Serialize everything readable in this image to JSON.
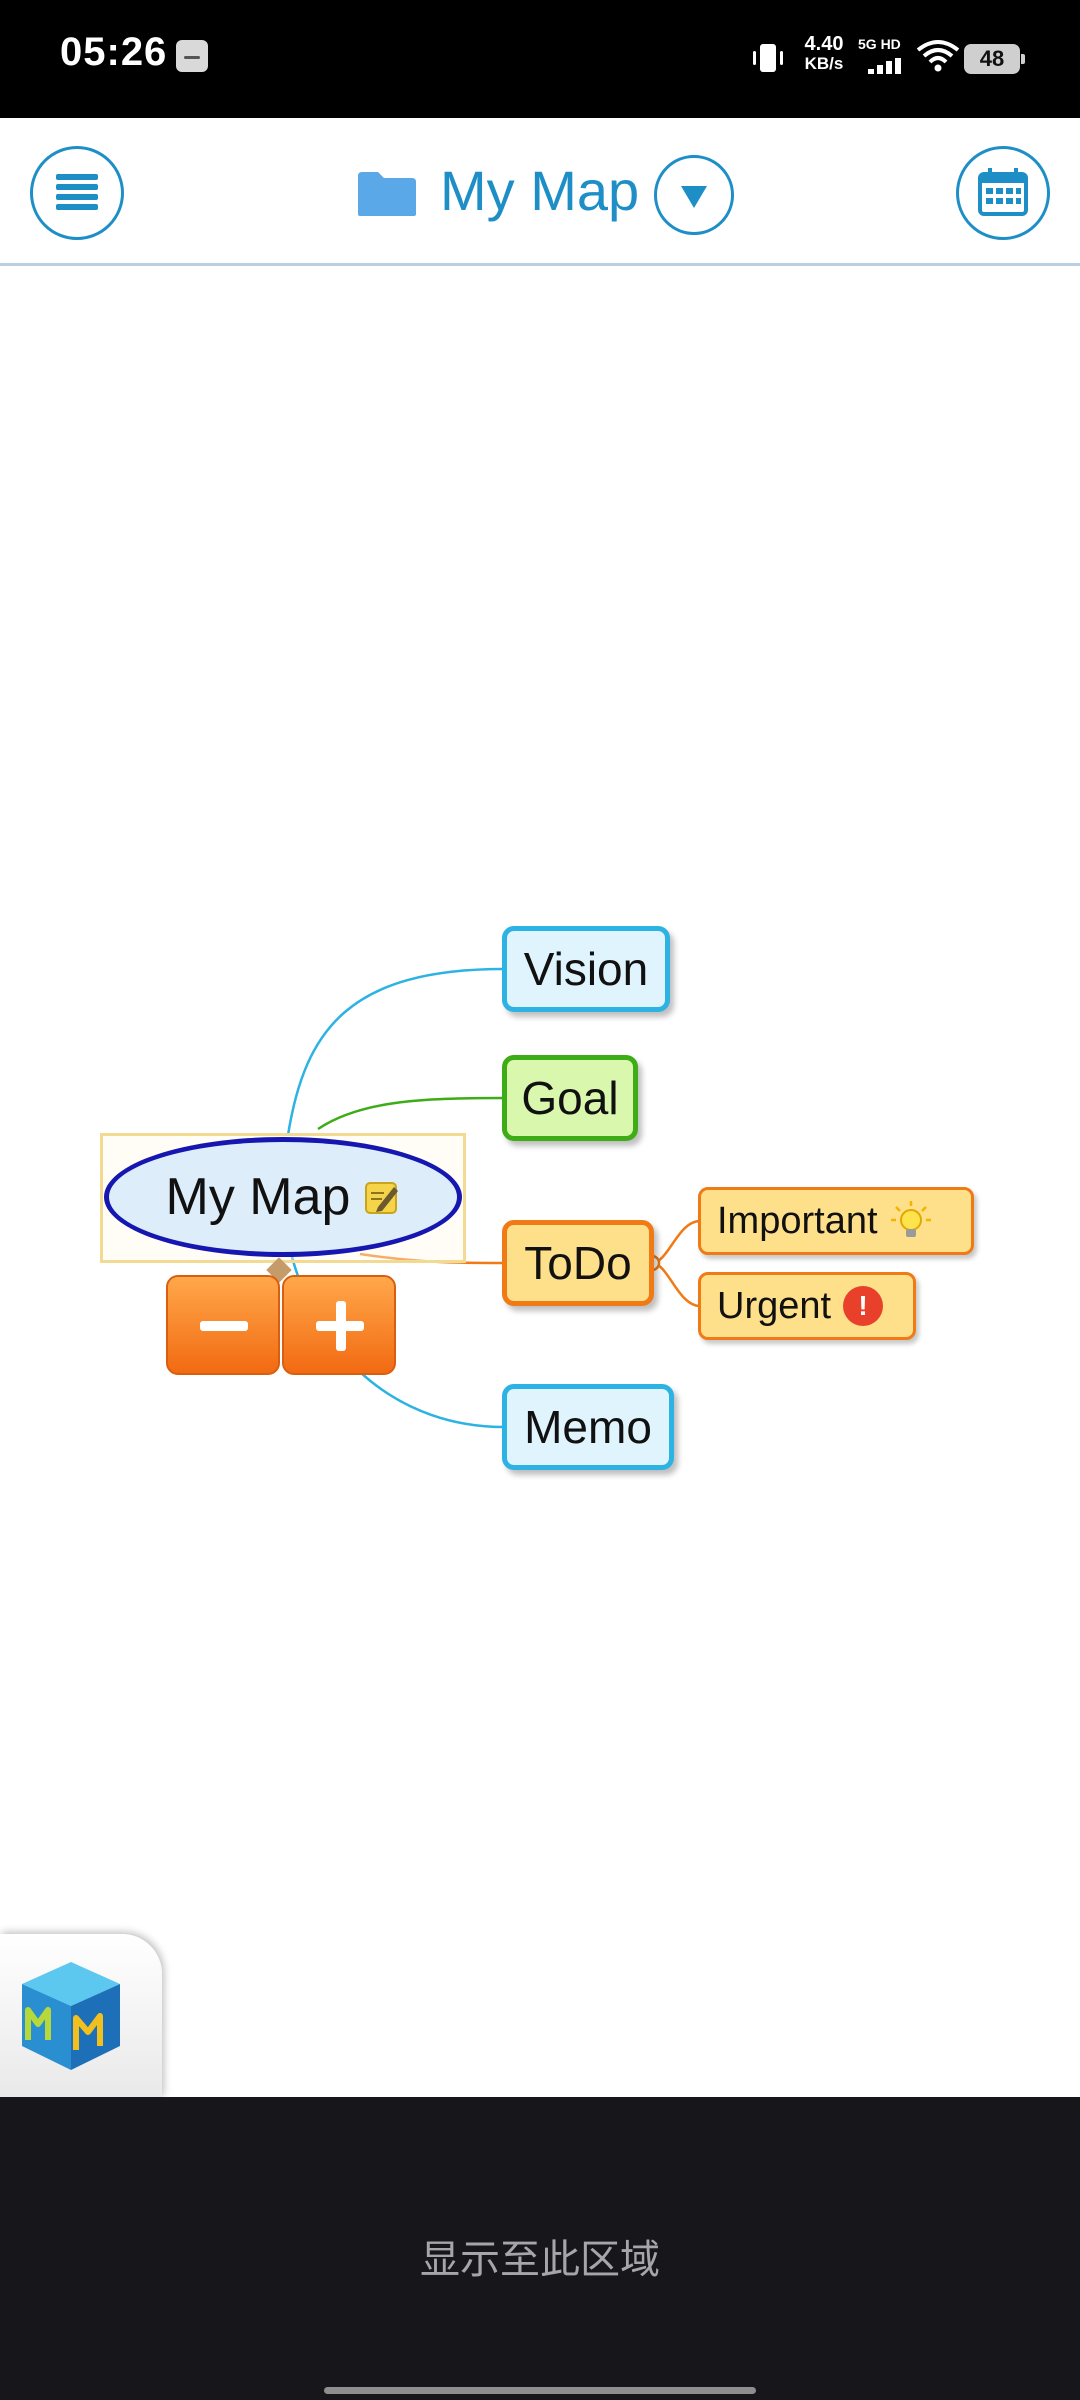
{
  "status_bar": {
    "time": "05:26",
    "net_speed_value": "4.40",
    "net_speed_unit": "KB/s",
    "signal_label": "5G HD",
    "battery": "48"
  },
  "header": {
    "title": "My Map"
  },
  "mindmap": {
    "central_topic": "My Map",
    "branches": {
      "vision": "Vision",
      "goal": "Goal",
      "todo": "ToDo",
      "memo": "Memo"
    },
    "todo_children": {
      "important": "Important",
      "urgent": "Urgent",
      "urgent_badge": "!"
    }
  },
  "bottom_message": "显示至此区域",
  "colors": {
    "accent": "#1e8ec7",
    "branch_blue": "#2cb3e3",
    "branch_green": "#3dac16",
    "branch_orange": "#f07a16",
    "central_border": "#1616b0"
  },
  "icons": [
    "menu-icon",
    "folder-icon",
    "dropdown-arrow-icon",
    "calendar-icon",
    "note-icon",
    "bulb-icon",
    "urgent-icon",
    "app-logo-icon",
    "vibrate-icon",
    "signal-icon",
    "wifi-icon"
  ]
}
